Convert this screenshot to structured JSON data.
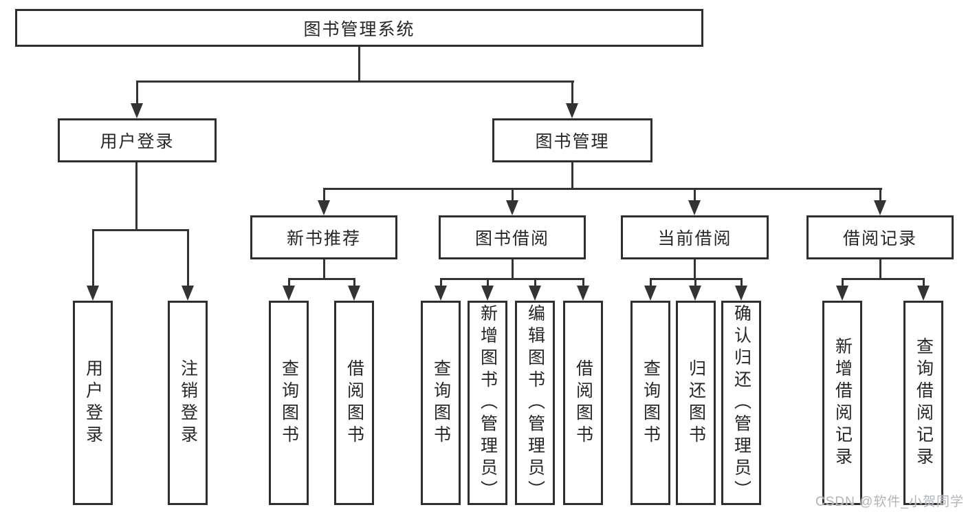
{
  "tree": {
    "label": "图书管理系统",
    "children": [
      {
        "label": "用户登录",
        "children": [
          {
            "label": "用户登录"
          },
          {
            "label": "注销登录"
          }
        ]
      },
      {
        "label": "图书管理",
        "children": [
          {
            "label": "新书推荐",
            "children": [
              {
                "label": "查询图书"
              },
              {
                "label": "借阅图书"
              }
            ]
          },
          {
            "label": "图书借阅",
            "children": [
              {
                "label": "查询图书"
              },
              {
                "label": "新增图书（管理员）"
              },
              {
                "label": "编辑图书（管理员）"
              },
              {
                "label": "借阅图书"
              }
            ]
          },
          {
            "label": "当前借阅",
            "children": [
              {
                "label": "查询图书"
              },
              {
                "label": "归还图书"
              },
              {
                "label": "确认归还（管理员）"
              }
            ]
          },
          {
            "label": "借阅记录",
            "children": [
              {
                "label": "新增借阅记录"
              },
              {
                "label": "查询借阅记录"
              }
            ]
          }
        ]
      }
    ]
  },
  "watermark": {
    "text": "CSDN @软件_小贺同学"
  },
  "colors": {
    "line": "#333333",
    "box_border": "#2e2e2e",
    "box_background": "#ffffff",
    "text": "#262626",
    "watermark": "#b1b4b8",
    "background": "#ffffff"
  }
}
